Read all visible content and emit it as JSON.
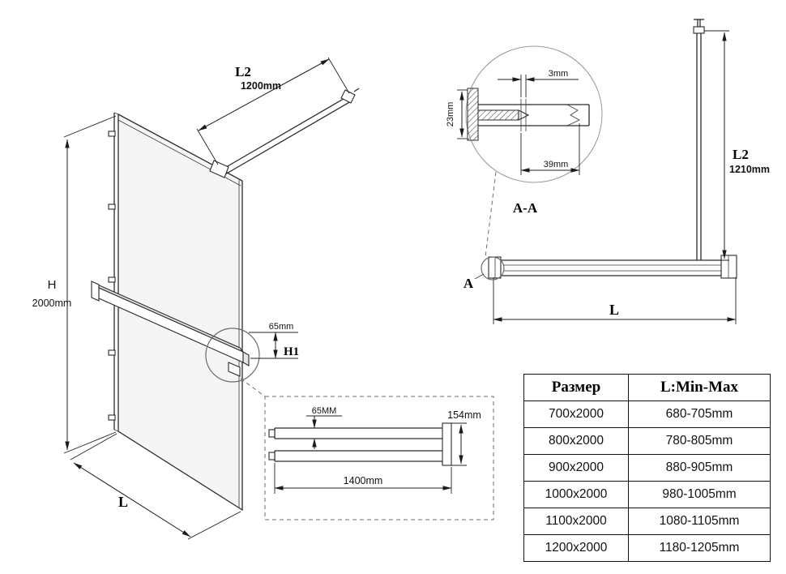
{
  "page": {
    "background": "#ffffff",
    "line_color": "#2b2b2b"
  },
  "iso_view": {
    "h_label": "H",
    "h_value": "2000mm",
    "l_label": "L",
    "l2_label": "L2",
    "l2_value": "1200mm",
    "bar_height_value": "65mm",
    "h1_label": "H1"
  },
  "detail_aa": {
    "title": "A-A",
    "dim_gap": "3mm",
    "dim_depth": "23mm",
    "dim_width": "39mm"
  },
  "top_view": {
    "l2_label": "L2",
    "l2_value": "1210mm",
    "section_label": "A",
    "l_label": "L"
  },
  "bar_detail": {
    "dim_profile": "65MM",
    "dim_height": "154mm",
    "dim_length": "1400mm"
  },
  "size_table": {
    "header_size": "Размер",
    "header_range": "L:Min-Max",
    "rows": [
      {
        "size": "700x2000",
        "range": "680-705mm"
      },
      {
        "size": "800x2000",
        "range": "780-805mm"
      },
      {
        "size": "900x2000",
        "range": "880-905mm"
      },
      {
        "size": "1000x2000",
        "range": "980-1005mm"
      },
      {
        "size": "1100x2000",
        "range": "1080-1105mm"
      },
      {
        "size": "1200x2000",
        "range": "1180-1205mm"
      }
    ]
  }
}
